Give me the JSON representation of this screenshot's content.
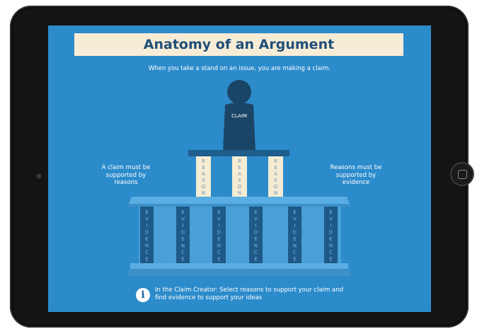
{
  "title": "Anatomy of an Argument",
  "subtitle": "When you take a stand on an issue, you are making a claim.",
  "claim_label": "CLAIM",
  "left_note": "A claim must be supported by reasons",
  "right_note": "Reasons must be supported by evidence",
  "reason_label": "REASON",
  "reason_count": 3,
  "evidence_label": "EVIDENCE",
  "evidence_count": 6,
  "tip_icon_glyph": "i",
  "tip_text": "In the Claim Creator: Select reasons to support your claim and find evidence to support your ideas",
  "colors": {
    "screen_bg": "#2c8bcb",
    "title_banner": "#f7ecd6",
    "title_text": "#1f4f79",
    "figure": "#1b4566",
    "platform": "#1f5d8c",
    "reason_block": "#f5ecd4",
    "reason_text": "#6d95b6",
    "evidence_column": "#1e5988",
    "evidence_text": "#7fb2db",
    "light_platform": "#5aaee3"
  }
}
